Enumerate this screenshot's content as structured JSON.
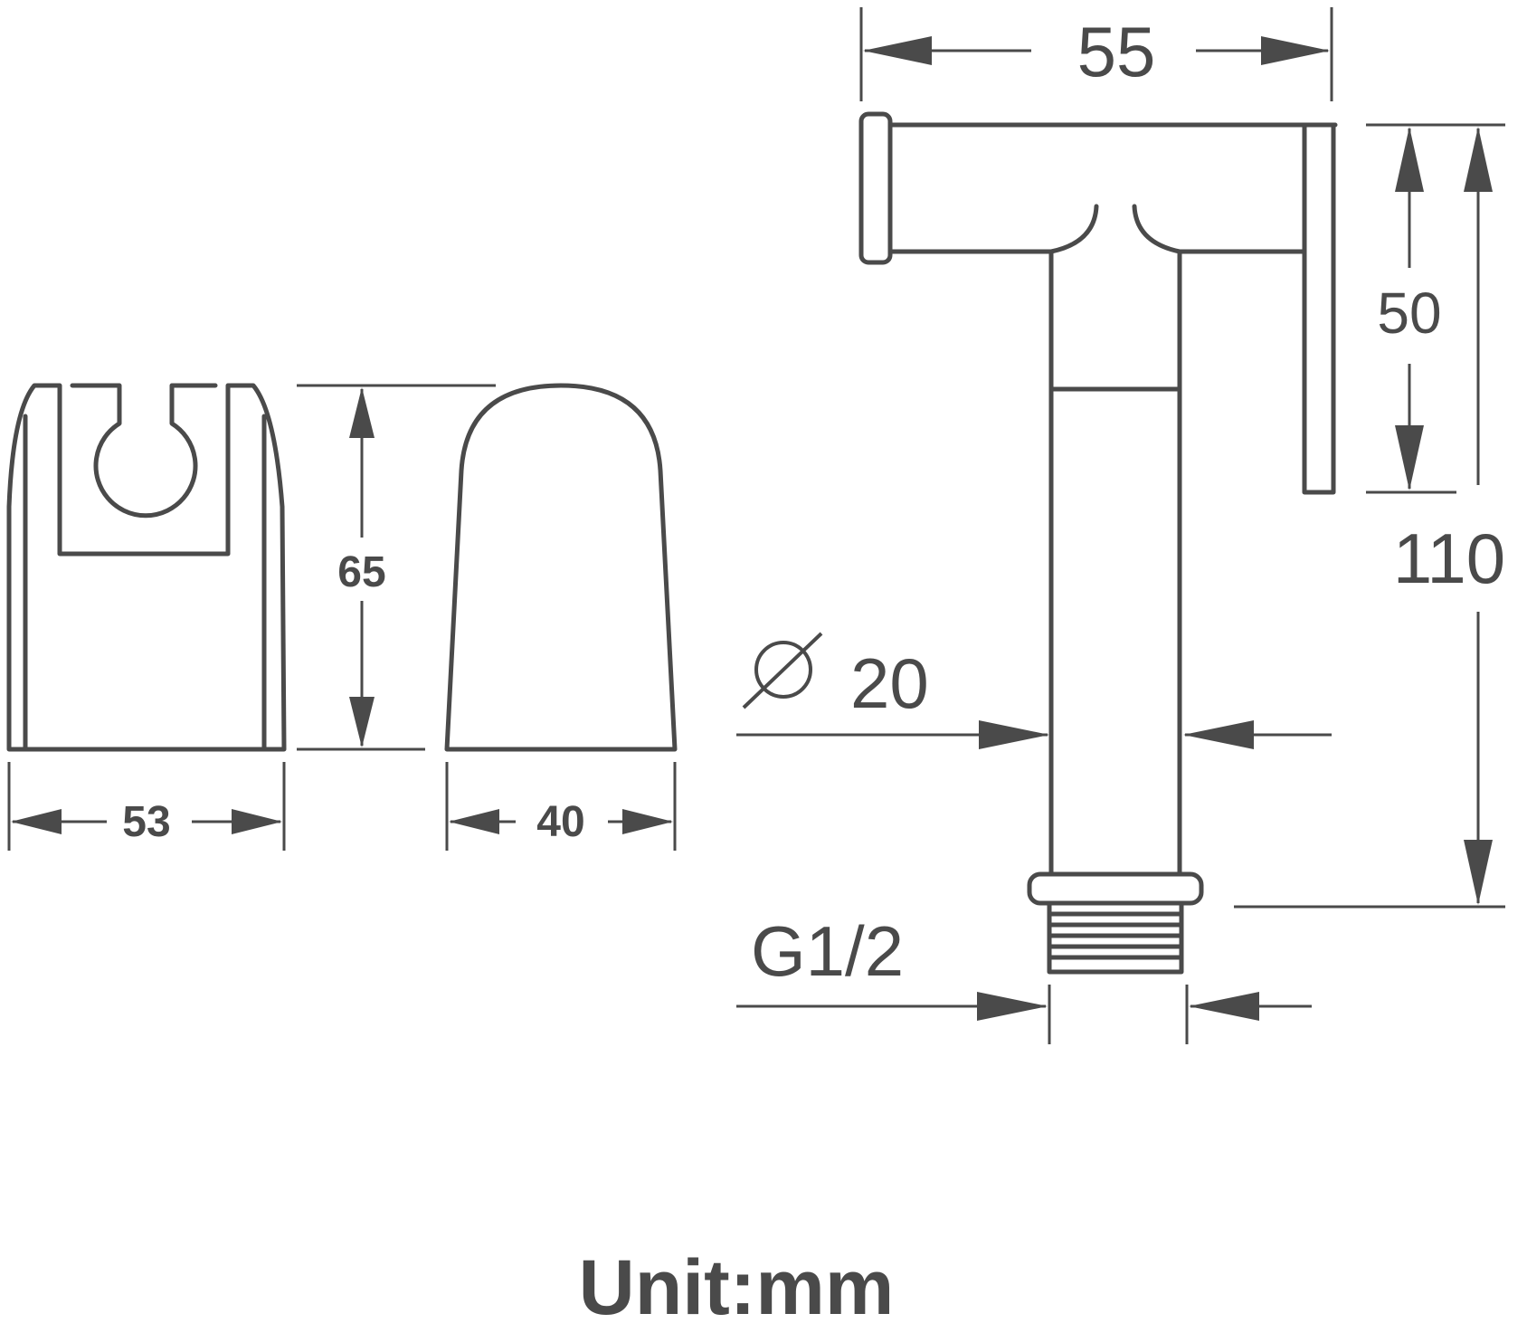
{
  "holder": {
    "width_label": "53",
    "height_label": "65"
  },
  "cover": {
    "width_label": "40"
  },
  "sprayer": {
    "head_width_label": "55",
    "lever_height_label": "50",
    "total_height_label": "110",
    "diameter_label": "20",
    "thread_label": "G1/2"
  },
  "unit_label": "Unit:mm"
}
